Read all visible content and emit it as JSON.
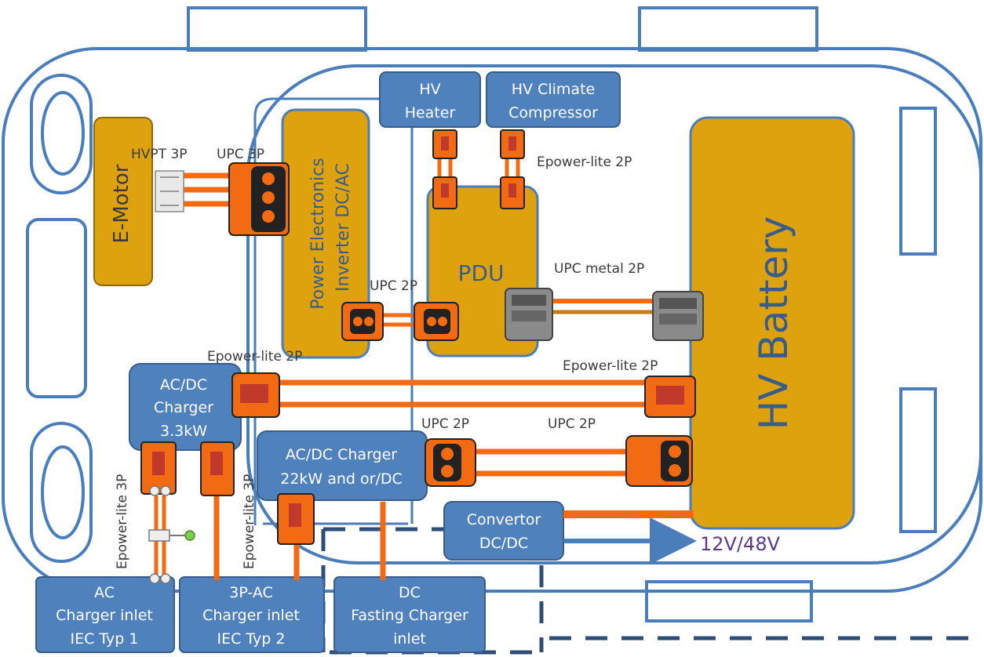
{
  "colors": {
    "outline": "#4a7ebb",
    "box_fill": "#4f81bd",
    "box_stroke": "#385d8a",
    "gold": "#dfa20f",
    "gold_stroke": "#8a6a0a",
    "cable": "#f26a12",
    "dashed": "#2e4d77",
    "purple_text": "#5b3b87"
  },
  "modules": {
    "emotor": "E-Motor",
    "power_electronics_line1": "Power Electronics",
    "power_electronics_line2": "Inverter DC/AC",
    "pdu": "PDU",
    "hv_battery": "HV Battery",
    "hv_heater_line1": "HV",
    "hv_heater_line2": "Heater",
    "hv_climate_line1": "HV Climate",
    "hv_climate_line2": "Compressor",
    "acdc_charger_small_line1": "AC/DC",
    "acdc_charger_small_line2": "Charger",
    "acdc_charger_small_line3": "3.3kW",
    "acdc_charger_big_line1": "AC/DC Charger",
    "acdc_charger_big_line2": "22kW and or/DC",
    "convertor_line1": "Convertor",
    "convertor_line2": "DC/DC",
    "ac_inlet_line1": "AC",
    "ac_inlet_line2": "Charger inlet",
    "ac_inlet_line3": "IEC Typ 1",
    "ac3p_inlet_line1": "3P-AC",
    "ac3p_inlet_line2": "Charger inlet",
    "ac3p_inlet_line3": "IEC Typ 2",
    "dc_inlet_line1": "DC",
    "dc_inlet_line2": "Fasting Charger",
    "dc_inlet_line3": "inlet"
  },
  "labels": {
    "hvpt_3p": "HVPT 3P",
    "upc_3p": "UPC 3P",
    "epower_lite_2p_top": "Epower-lite 2P",
    "upc_metal_2p": "UPC metal 2P",
    "upc_2p_mid": "UPC 2P",
    "epower_lite_2p_left": "Epower-lite 2P",
    "epower_lite_2p_right": "Epower-lite 2P",
    "upc_2p_left": "UPC 2P",
    "upc_2p_right": "UPC 2P",
    "epower_lite_3p_a": "Epower-lite 3P",
    "epower_lite_3p_b": "Epower-lite 3P",
    "voltage_out": "12V/48V"
  }
}
